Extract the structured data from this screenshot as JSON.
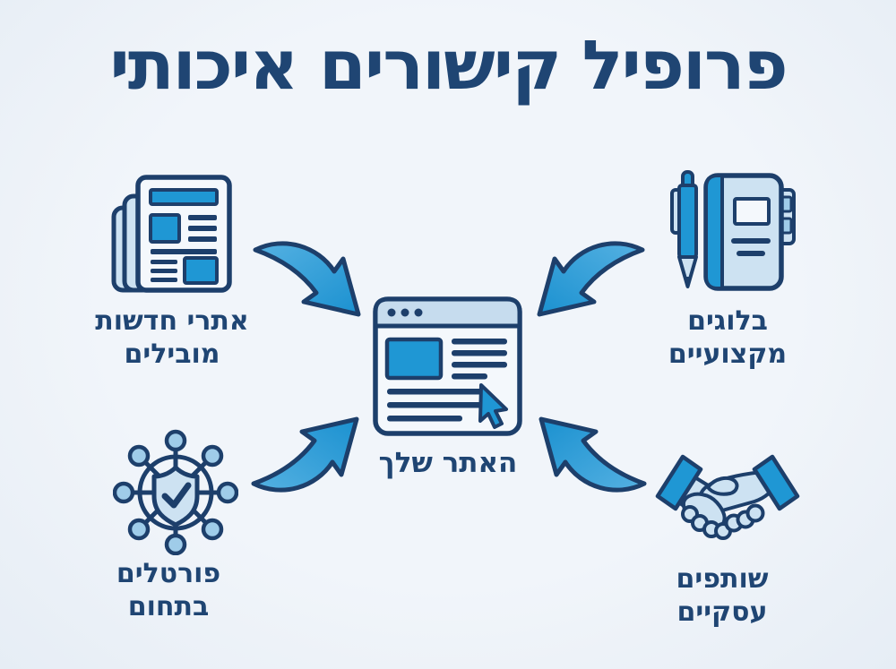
{
  "title": "פרופיל קישורים איכותי",
  "colors": {
    "background": "#edf2f8",
    "title_text": "#1f4573",
    "outline": "#1d3f6b",
    "blue": "#1f97d4",
    "blue_light": "#cde2f2",
    "panel": "#f4f8fc",
    "node_fill": "#9fcce9",
    "titlebar_fill": "#c6dcee",
    "arrow_light": "#55b1e2",
    "arrow_dark": "#1b91d0"
  },
  "center_node": {
    "label": "האתר שלך",
    "icon": "browser-window-icon"
  },
  "source_nodes": [
    {
      "id": "news",
      "position": "top-left",
      "icon": "newspaper-icon",
      "label_line1": "אתרי חדשות",
      "label_line2": "מובילים"
    },
    {
      "id": "blogs",
      "position": "top-right",
      "icon": "notebook-pen-icon",
      "label_line1": "בלוגים",
      "label_line2": "מקצועיים"
    },
    {
      "id": "portals",
      "position": "bottom-left",
      "icon": "network-shield-icon",
      "label_line1": "פורטלים",
      "label_line2": "בתחום"
    },
    {
      "id": "partners",
      "position": "bottom-right",
      "icon": "handshake-icon",
      "label_line1": "שותפים",
      "label_line2": "עסקיים"
    }
  ],
  "arrows": [
    {
      "name": "arrow-top-left",
      "from": "news",
      "to": "center",
      "direction": "down-right"
    },
    {
      "name": "arrow-top-right",
      "from": "blogs",
      "to": "center",
      "direction": "down-left"
    },
    {
      "name": "arrow-bottom-left",
      "from": "portals",
      "to": "center",
      "direction": "up-right"
    },
    {
      "name": "arrow-bottom-right",
      "from": "partners",
      "to": "center",
      "direction": "up-left"
    }
  ]
}
